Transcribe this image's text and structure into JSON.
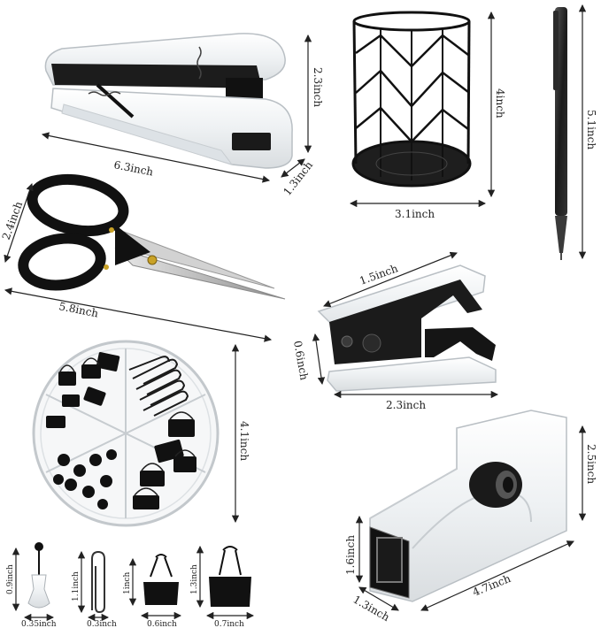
{
  "dimensions": {
    "stapler_length": "6.3inch",
    "stapler_height": "2.3inch",
    "stapler_width": "1.3inch",
    "holder_height": "4inch",
    "holder_width": "3.1inch",
    "pen_length": "5.1inch",
    "scissors_height": "2.4inch",
    "scissors_length": "5.8inch",
    "remover_length": "1.5inch",
    "remover_height": "0.6inch",
    "remover_width": "2.3inch",
    "clips_box_height": "4.1inch",
    "dispenser_height": "2.5inch",
    "dispenser_front": "1.6inch",
    "dispenser_depth": "1.3inch",
    "dispenser_length": "4.7inch",
    "pin_height": "0.9inch",
    "pin_width": "0.35inch",
    "paperclip_height": "1.1inch",
    "paperclip_width": "0.3inch",
    "small_binder_height": "1inch",
    "small_binder_width": "0.6inch",
    "large_binder_height": "1.3inch",
    "large_binder_width": "0.7inch"
  }
}
